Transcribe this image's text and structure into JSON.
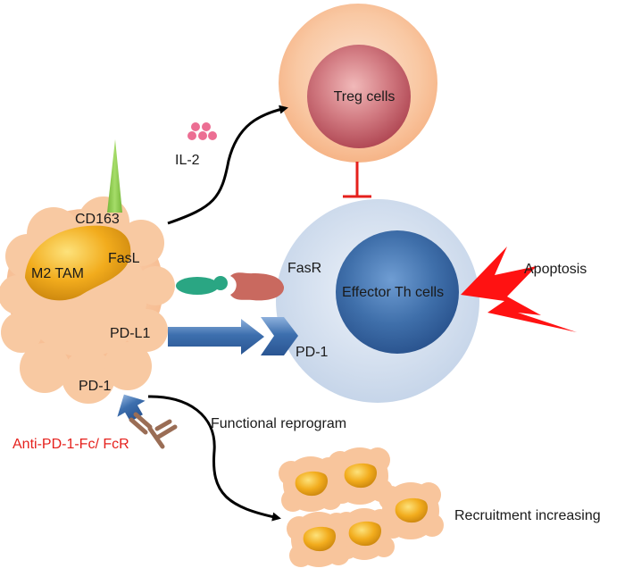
{
  "colors": {
    "cell_fill": "#f8c59c",
    "cell_edge": "#f3ae7c",
    "nucleus_orange": "#f1a51b",
    "treg_nucleus": "#c4606b",
    "effector_outer": "#c9d7ea",
    "effector_nucleus": "#3c6ca8",
    "inhibit_red": "#e5201c",
    "apoptosis_red": "#ff1212",
    "arrow_blue": "#3b6eac",
    "il2_pink": "#ec6e93",
    "cd163_green": "#92d050",
    "fasl_teal": "#2aa683",
    "fasr_salmon": "#c9695f",
    "antibody_brown": "#9a6d55",
    "drug_text_red": "#e5201c"
  },
  "labels": {
    "treg": "Treg cells",
    "il2": "IL-2",
    "cd163": "CD163",
    "m2_tam": "M2 TAM",
    "fasl": "FasL",
    "fasr": "FasR",
    "effector": "Effector Th cells",
    "apoptosis": "Apoptosis",
    "pdl1": "PD-L1",
    "pd1_effector": "PD-1",
    "pd1_tam": "PD-1",
    "anti_pd1": "Anti-PD-1-Fc/ FcR",
    "functional": "Functional reprogram",
    "recruitment": "Recruitment increasing"
  }
}
